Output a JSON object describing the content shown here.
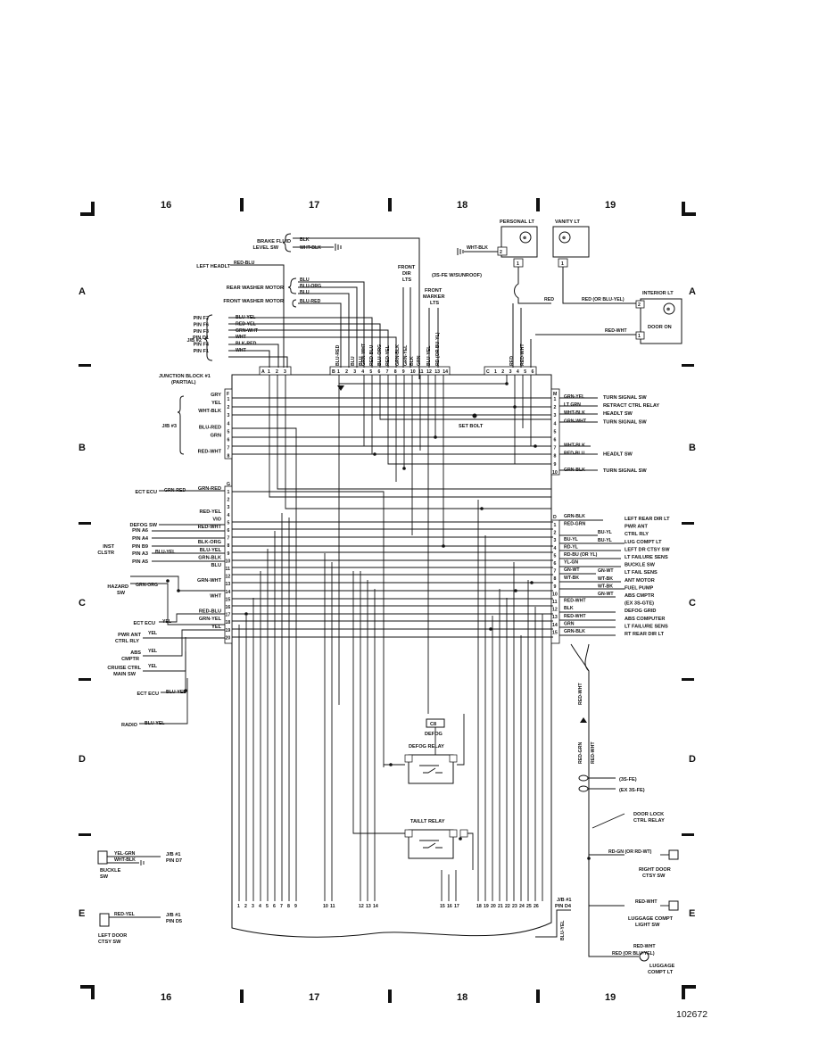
{
  "figure_id": "102672",
  "grid": {
    "cols": [
      "16",
      "17",
      "18",
      "19"
    ],
    "rows": [
      "A",
      "B",
      "C",
      "D",
      "E"
    ]
  },
  "jb1": {
    "title": "JUNCTION BLOCK #1",
    "subtitle": "(PARTIAL)",
    "set_bolt": "SET BOLT",
    "conn_a": {
      "letter": "A",
      "pins": [
        "1",
        "2",
        "3"
      ]
    },
    "conn_b": {
      "letter": "B",
      "pins": [
        "1",
        "2",
        "3",
        "4",
        "5",
        "6",
        "7",
        "8",
        "9",
        "10",
        "11",
        "12",
        "13",
        "14"
      ]
    },
    "conn_c": {
      "letter": "C",
      "pins": [
        "1",
        "2",
        "3",
        "4",
        "5",
        "6"
      ]
    },
    "conn_f": {
      "letter": "F",
      "pins": [
        "1",
        "2",
        "3",
        "4",
        "5",
        "6",
        "7",
        "8"
      ]
    },
    "conn_g": {
      "letter": "G",
      "pins": [
        "1",
        "2",
        "3",
        "4",
        "5",
        "6",
        "7",
        "8",
        "9",
        "10",
        "11",
        "12",
        "13",
        "14",
        "15",
        "16",
        "17",
        "18",
        "19",
        "20"
      ]
    },
    "conn_m": {
      "letter": "M",
      "pins": [
        "1",
        "2",
        "3",
        "4",
        "5",
        "6",
        "7",
        "8",
        "9",
        "10"
      ]
    },
    "conn_d": {
      "letter": "D",
      "pins": [
        "1",
        "2",
        "3",
        "4",
        "5",
        "6",
        "7",
        "8",
        "9",
        "10",
        "11",
        "12",
        "13",
        "14",
        "15"
      ]
    },
    "bottom_pins": [
      "1",
      "2",
      "3",
      "4",
      "5",
      "6",
      "7",
      "8",
      "9",
      "10",
      "11",
      "12",
      "13",
      "14",
      "15",
      "16",
      "17",
      "18",
      "19",
      "20",
      "21",
      "22",
      "23",
      "24",
      "25",
      "26"
    ]
  },
  "components": {
    "brake_fluid": {
      "line1": "BRAKE FLUID",
      "line2": "LEVEL SW",
      "wire1": "BLK",
      "wire2": "WHT-BLK"
    },
    "left_headlt": {
      "label": "LEFT HEADLT",
      "wire": "RED-BLU"
    },
    "rear_washer": {
      "label": "REAR WASHER MOTOR",
      "wires": [
        "BLU",
        "BLU-ORG",
        "BLU"
      ]
    },
    "front_washer": {
      "label": "FRONT WASHER MOTOR",
      "wire": "BLU-RED"
    },
    "front_dir": {
      "line1": "FRONT",
      "line2": "DIR",
      "line3": "LTS"
    },
    "front_marker": {
      "line1": "FRONT",
      "line2": "MARKER",
      "line3": "LTS"
    }
  },
  "jb2": {
    "label": "J/B #2",
    "pins": [
      {
        "pin": "PIN F2",
        "wire": "BLU-YEL"
      },
      {
        "pin": "PIN F6",
        "wire": "RED-YEL"
      },
      {
        "pin": "PIN F3",
        "wire": "GRN-WHT"
      },
      {
        "pin": "PIN D1",
        "wire": "WHT"
      },
      {
        "pin": "PIN F4",
        "wire": "BLK-RED"
      },
      {
        "pin": "PIN F1",
        "wire": "WHT"
      }
    ]
  },
  "vertical_wires": [
    "BLU-RED",
    "BLU",
    "BLU",
    "GRN-WHT",
    "RED-BLU",
    "BLU-ORG",
    "RED-YEL",
    "GRN-BLK",
    "GRN-YEL",
    "BLK",
    "GRN",
    "BLU-YEL",
    "RD (OR BU-YL)",
    "RED",
    "RED-WHT"
  ],
  "lamps": {
    "personal": {
      "label": "PERSONAL LT",
      "pin_a": "2",
      "pin_b": "1",
      "wire": "WHT-BLK",
      "note": "(3S-FE W/SUNROOF)"
    },
    "vanity": {
      "label": "VANITY LT",
      "pin": "1",
      "wire": "BLU-YEL"
    },
    "interior": {
      "label": "INTERIOR LT",
      "pin_a": "2",
      "pin_b": "1",
      "switch": "DOOR  ON",
      "wire_red": "RED",
      "wire_red_or": "RED (OR BLU-YEL)",
      "wire_redwht": "RED-WHT"
    }
  },
  "jb3": {
    "label": "J/B #3"
  },
  "left_f": [
    {
      "wire": "GRY"
    },
    {
      "wire": "YEL"
    },
    {
      "wire": "WHT-BLK"
    },
    {
      "wire": ""
    },
    {
      "wire": "BLU-RED"
    },
    {
      "wire": "GRN"
    },
    {
      "wire": ""
    },
    {
      "wire": "RED-WHT"
    }
  ],
  "left_g_wires": [
    "GRN-RED",
    "",
    "",
    "RED-YEL",
    "VIO",
    "RED-WHT",
    "",
    "BLK-ORG",
    "BLU-YEL",
    "GRN-BLK",
    "BLU",
    "",
    "GRN-WHT",
    "",
    "WHT",
    "",
    "RED-BLU",
    "GRN-YEL",
    "YEL",
    ""
  ],
  "left_comps": [
    {
      "label": "ECT ECU",
      "wire": "GRN-RED"
    },
    {
      "label": "DEFOG SW",
      "wire": ""
    },
    {
      "label": "PIN A6",
      "wire": ""
    },
    {
      "label": "PIN A4",
      "wire": ""
    },
    {
      "label": "PIN B9",
      "wire": ""
    },
    {
      "label": "PIN A3",
      "wire": "BLU-YEL"
    },
    {
      "label": "PIN A5",
      "wire": ""
    },
    {
      "label": "INST",
      "wire": ""
    },
    {
      "label": "CLSTR",
      "wire": ""
    },
    {
      "label": "HAZARD",
      "wire": "GRN-ORG"
    },
    {
      "label": "SW",
      "wire": ""
    },
    {
      "label": "ECT ECU",
      "wire": "YEL"
    },
    {
      "label": "PWR ANT",
      "wire": "YEL"
    },
    {
      "label": "CTRL RLY",
      "wire": ""
    },
    {
      "label": "ABS",
      "wire": "YEL"
    },
    {
      "label": "CMPTR",
      "wire": ""
    },
    {
      "label": "CRUISE CTRL",
      "wire": "YEL"
    },
    {
      "label": "MAIN SW",
      "wire": ""
    },
    {
      "label": "ECT ECU",
      "wire": "BLU-YEL"
    },
    {
      "label": "RADIO",
      "wire": "BLU-YEL"
    }
  ],
  "right_m": [
    {
      "wire": "GRN-YEL",
      "label": "TURN SIGNAL SW"
    },
    {
      "wire": "LT GRN",
      "label": "RETRACT CTRL RELAY"
    },
    {
      "wire": "WHT-BLK",
      "label": "HEADLT SW"
    },
    {
      "wire": "GRN-WHT",
      "label": "TURN SIGNAL SW"
    },
    {
      "wire": "",
      "label": ""
    },
    {
      "wire": "",
      "label": ""
    },
    {
      "wire": "WHT-BLK",
      "label": ""
    },
    {
      "wire": "RED-BLU",
      "label": "HEADLT SW"
    },
    {
      "wire": "",
      "label": ""
    },
    {
      "wire": "GRN-BLK",
      "label": "TURN SIGNAL SW"
    }
  ],
  "right_d": [
    {
      "wire": "GRN-BLK",
      "wire2": "",
      "label": "LEFT REAR DIR LT"
    },
    {
      "wire": "RED-GRN",
      "wire2": "",
      "label": "PWR ANT"
    },
    {
      "wire": "",
      "wire2": "BU-YL",
      "label": "CTRL RLY"
    },
    {
      "wire": "BU-YL",
      "wire2": "BU-YL",
      "label": "LUG COMPT LT"
    },
    {
      "wire": "RD-YL",
      "wire2": "",
      "label": "LEFT DR CTSY SW"
    },
    {
      "wire": "RD-BU (OR YL)",
      "wire2": "",
      "label": "LT FAILURE SENS"
    },
    {
      "wire": "YL-GN",
      "wire2": "",
      "label": "BUCKLE SW"
    },
    {
      "wire": "GN-WT",
      "wire2": "GN-WT",
      "label": "LT FAIL SENS"
    },
    {
      "wire": "WT-BK",
      "wire2": "WT-BK",
      "label": "ANT MOTOR"
    },
    {
      "wire": "",
      "wire2": "WT-BK",
      "label": "FUEL PUMP"
    },
    {
      "wire": "",
      "wire2": "GN-WT",
      "label": "ABS CMPTR"
    },
    {
      "wire": "RED-WHT",
      "wire2": "",
      "label": "(EX 3S-GTE)"
    },
    {
      "wire": "BLK",
      "wire2": "",
      "label": "DEFOG GRID"
    },
    {
      "wire": "RED-WHT",
      "wire2": "",
      "label": "ABS COMPUTER"
    },
    {
      "wire": "GRN",
      "wire2": "",
      "label": "LT FAILURE SENS"
    },
    {
      "wire": "GRN-BLK",
      "wire2": "",
      "label": "RT REAR DIR LT"
    }
  ],
  "relays": {
    "defog_fuse": {
      "id": "C8",
      "label": "DEFOG"
    },
    "defog": {
      "label": "DEFOG RELAY"
    },
    "taillt": {
      "label": "TAILLT RELAY"
    }
  },
  "right_lower": {
    "wire_redwht_vert": "RED-WHT",
    "wire_redgrn_vert": "RED-GRN",
    "wire_redwht_vert2": "RED-WHT",
    "note_3s_fe": "(3S-FE)",
    "note_ex_3s_fe": "(EX 3S-FE)",
    "door_lock": [
      "DOOR LOCK",
      "CTRL RELAY"
    ],
    "right_door_wire": "RD-GN (OR RD-WT)",
    "right_door": [
      "RIGHT DOOR",
      "CTSY SW"
    ],
    "luggage_sw_wire": "RED-WHT",
    "luggage_sw": [
      "LUGGAGE COMPT",
      "LIGHT SW"
    ],
    "luggage_lt_wire": "RED-WHT",
    "luggage_lt_wire2": "RED (OR BLU-YEL)",
    "luggage_lt": [
      "LUGGAGE",
      "COMPT LT"
    ],
    "jb1_pin_d4": [
      "J/B #1",
      "PIN D4"
    ],
    "blu_yel_vert": "BLU-YEL"
  },
  "bottom_left": {
    "buckle": {
      "wires": [
        "YEL-GRN",
        "WHT-BLK"
      ],
      "label": [
        "BUCKLE",
        "SW"
      ],
      "target": [
        "J/B #1",
        "PIN D7"
      ]
    },
    "left_door": {
      "wire": "RED-YEL",
      "label": [
        "LEFT DOOR",
        "CTSY SW"
      ],
      "target": [
        "J/B #1",
        "PIN D5"
      ]
    }
  }
}
